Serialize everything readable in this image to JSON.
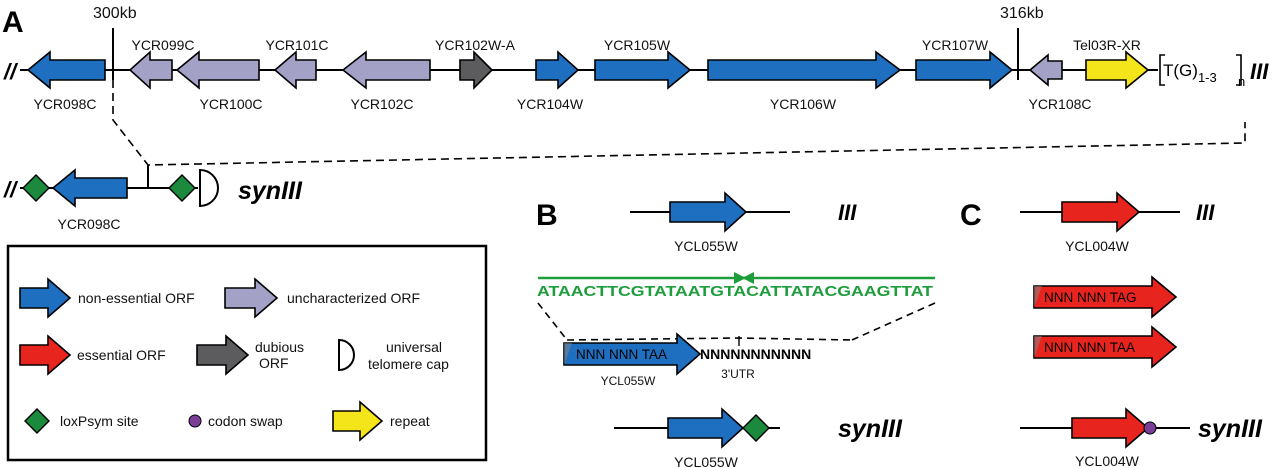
{
  "colors": {
    "non_essential": "#1f6fc0",
    "uncharacterized": "#a3a1c6",
    "essential": "#e8241f",
    "dubious": "#5c5c5e",
    "repeat": "#f4e41a",
    "loxpsym": "#1c8a3c",
    "codon_swap": "#7b3e98",
    "sequence_green": "#1e9d3c"
  },
  "panelA": {
    "label": "A",
    "coord_left": "300kb",
    "coord_right": "316kb",
    "chromosome": "III",
    "tel_left": "//",
    "repeat_prefix": "T(G)",
    "repeat_sub": "1-3",
    "repeat_n": "n",
    "genes": [
      {
        "name": "YCR098C",
        "type": "non-essential",
        "strand": "-"
      },
      {
        "name": "YCR099C",
        "type": "uncharacterized",
        "strand": "-"
      },
      {
        "name": "YCR100C",
        "type": "uncharacterized",
        "strand": "-"
      },
      {
        "name": "YCR101C",
        "type": "uncharacterized",
        "strand": "-"
      },
      {
        "name": "YCR102C",
        "type": "uncharacterized",
        "strand": "-"
      },
      {
        "name": "YCR102W-A",
        "type": "dubious",
        "strand": "+"
      },
      {
        "name": "YCR104W",
        "type": "non-essential",
        "strand": "+"
      },
      {
        "name": "YCR105W",
        "type": "non-essential",
        "strand": "+"
      },
      {
        "name": "YCR106W",
        "type": "non-essential",
        "strand": "+"
      },
      {
        "name": "YCR107W",
        "type": "non-essential",
        "strand": "+"
      },
      {
        "name": "YCR108C",
        "type": "uncharacterized",
        "strand": "-"
      },
      {
        "name": "Tel03R-XR",
        "type": "repeat",
        "strand": "+"
      }
    ],
    "syn_gene": "YCR098C",
    "syn_label": "synIII",
    "syn_tel": "//"
  },
  "legend": {
    "non_essential": "non-essential ORF",
    "uncharacterized": "uncharacterized ORF",
    "essential": "essential ORF",
    "dubious_1": "dubious",
    "dubious_2": "ORF",
    "telomere_1": "universal",
    "telomere_2": "telomere cap",
    "loxpsym": "loxPsym site",
    "codon_swap": "codon swap",
    "repeat": "repeat"
  },
  "panelB": {
    "label": "B",
    "wt_gene": "YCL055W",
    "wt_chr": "III",
    "loxp_sequence": "ATAACTTCGTATAATGTACATTATACGAAGTTAT",
    "stop_text": "NNN NNN TAA",
    "insert_text": "NNNNNNNNNNN",
    "utr_label": "3'UTR",
    "zoom_gene": "YCL055W",
    "syn_gene": "YCL055W",
    "syn_label": "synIII"
  },
  "panelC": {
    "label": "C",
    "wt_gene": "YCL004W",
    "wt_chr": "III",
    "before_text": "NNN NNN TAG",
    "after_text": "NNN NNN TAA",
    "syn_gene": "YCL004W",
    "syn_label": "synIII"
  }
}
